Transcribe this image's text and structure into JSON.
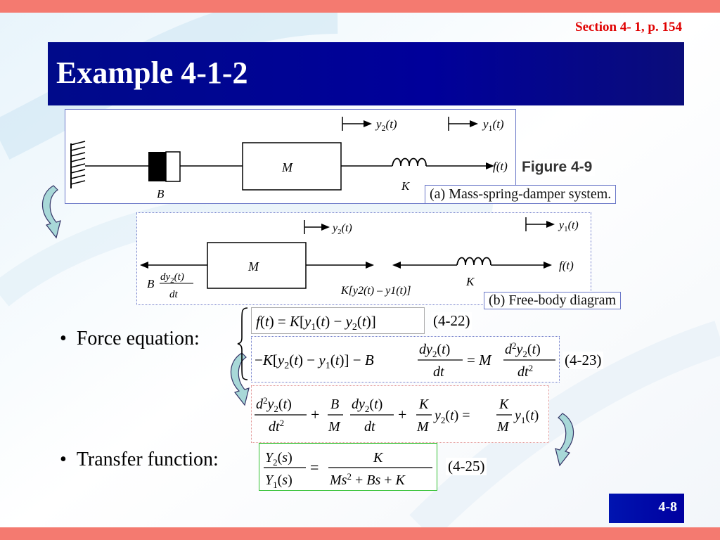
{
  "header": {
    "section_ref": "Section 4- 1, p. 154",
    "title": "Example 4-1-2"
  },
  "figure_a": {
    "labels": {
      "y2": "y",
      "y2_sub": "2",
      "y1": "y",
      "y1_sub": "1",
      "t": "(t)",
      "M": "M",
      "B": "B",
      "K": "K",
      "f": "f(t)"
    },
    "figure_label": "Figure 4-9",
    "caption": "(a) Mass-spring-damper system."
  },
  "figure_b": {
    "labels": {
      "M": "M",
      "K": "K",
      "B": "B",
      "dy2": "dy",
      "dt": "dt",
      "spring_force": "K[y2(t) – y1(t)]",
      "f": "f(t)"
    },
    "caption": "(b) Free-body diagram"
  },
  "bullets": {
    "force": "Force equation:",
    "transfer": "Transfer function:"
  },
  "equations": {
    "eq_4_22": "f(t) = K[y1(t) − y2(t)]",
    "eq_4_23": "−K[y2(t) − y1(t)] − B dy2(t)/dt = M d2y2(t)/dt2",
    "eq_4_24": "d2y2(t)/dt2 + B/M dy2(t)/dt + K/M y2(t) = K/M y1(t)",
    "eq_4_25": "Y2(s)/Y1(s) = K/(Ms2 + Bs + K)",
    "num_22": "(4-22)",
    "num_23": "(4-23)",
    "num_25": "(4-25)"
  },
  "footer": {
    "page": "4-8"
  }
}
